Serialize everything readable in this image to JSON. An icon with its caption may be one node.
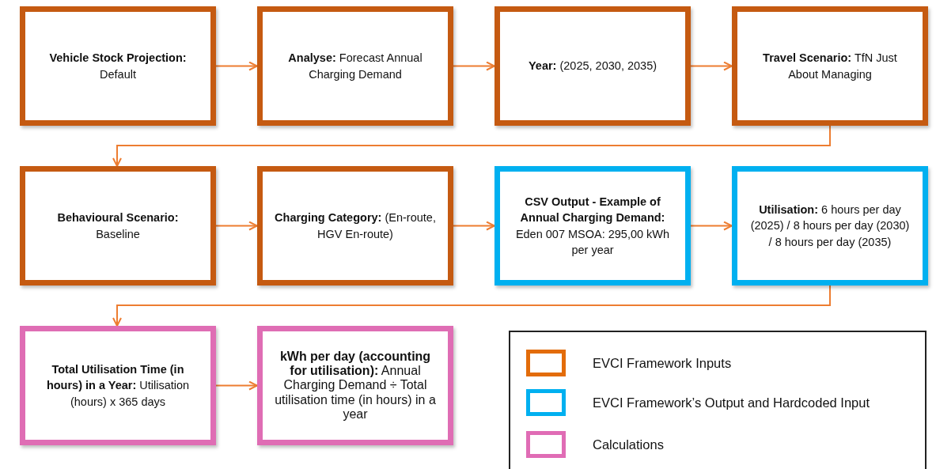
{
  "diagram": {
    "nodes": [
      {
        "text": [
          "**Vehicle Stock Projection:** Default"
        ]
      },
      {
        "text": [
          "**Analyse:** Forecast Annual Charging Demand"
        ]
      },
      {
        "text": [
          "**Year:** (2025, 2030, 2035)"
        ]
      },
      {
        "text": [
          "**Travel Scenario:** TfN Just About Managing"
        ]
      },
      {
        "text": [
          "**Behavioural Scenario:** Baseline"
        ]
      },
      {
        "text": [
          "**Charging Category:** (En-route, HGV En-route)"
        ]
      },
      {
        "text": [
          "**CSV Output - Example of Annual Charging Demand:** Eden 007 MSOA: 295,00 kWh per year"
        ]
      },
      {
        "text": [
          "**Utilisation:** 6 hours per day (2025) / 8 hours per day (2030) / 8 hours per day (2035)"
        ]
      },
      {
        "text": [
          "**Total Utilisation Time (in hours) in a Year:** Utilisation (hours) x 365 days"
        ]
      },
      {
        "text": [
          "**kWh per day (accounting for utilisation):** Annual Charging Demand ÷ Total utilisation time (in hours) in a year"
        ]
      }
    ],
    "edges": [
      {
        "from": 0,
        "to": 1,
        "arrow": "to"
      },
      {
        "from": 1,
        "to": 2,
        "arrow": "to"
      },
      {
        "from": 2,
        "to": 3,
        "arrow": "to"
      },
      {
        "from": 3,
        "to": 4,
        "arrow": "to"
      },
      {
        "from": 4,
        "to": 5,
        "arrow": "to"
      },
      {
        "from": 5,
        "to": 6,
        "arrow": "to"
      },
      {
        "from": 6,
        "to": 7,
        "arrow": "to"
      },
      {
        "from": 7,
        "to": 8,
        "arrow": "to"
      },
      {
        "from": 8,
        "to": 9,
        "arrow": "to"
      }
    ],
    "legend": [
      {
        "text": "EVCI Framework Inputs",
        "color": "#e36c0a"
      },
      {
        "text": "EVCI Framework’s Output and Hardcoded Input",
        "color": "#00b0f0"
      },
      {
        "text": "Calculations",
        "color": "#e06cb5"
      }
    ]
  }
}
